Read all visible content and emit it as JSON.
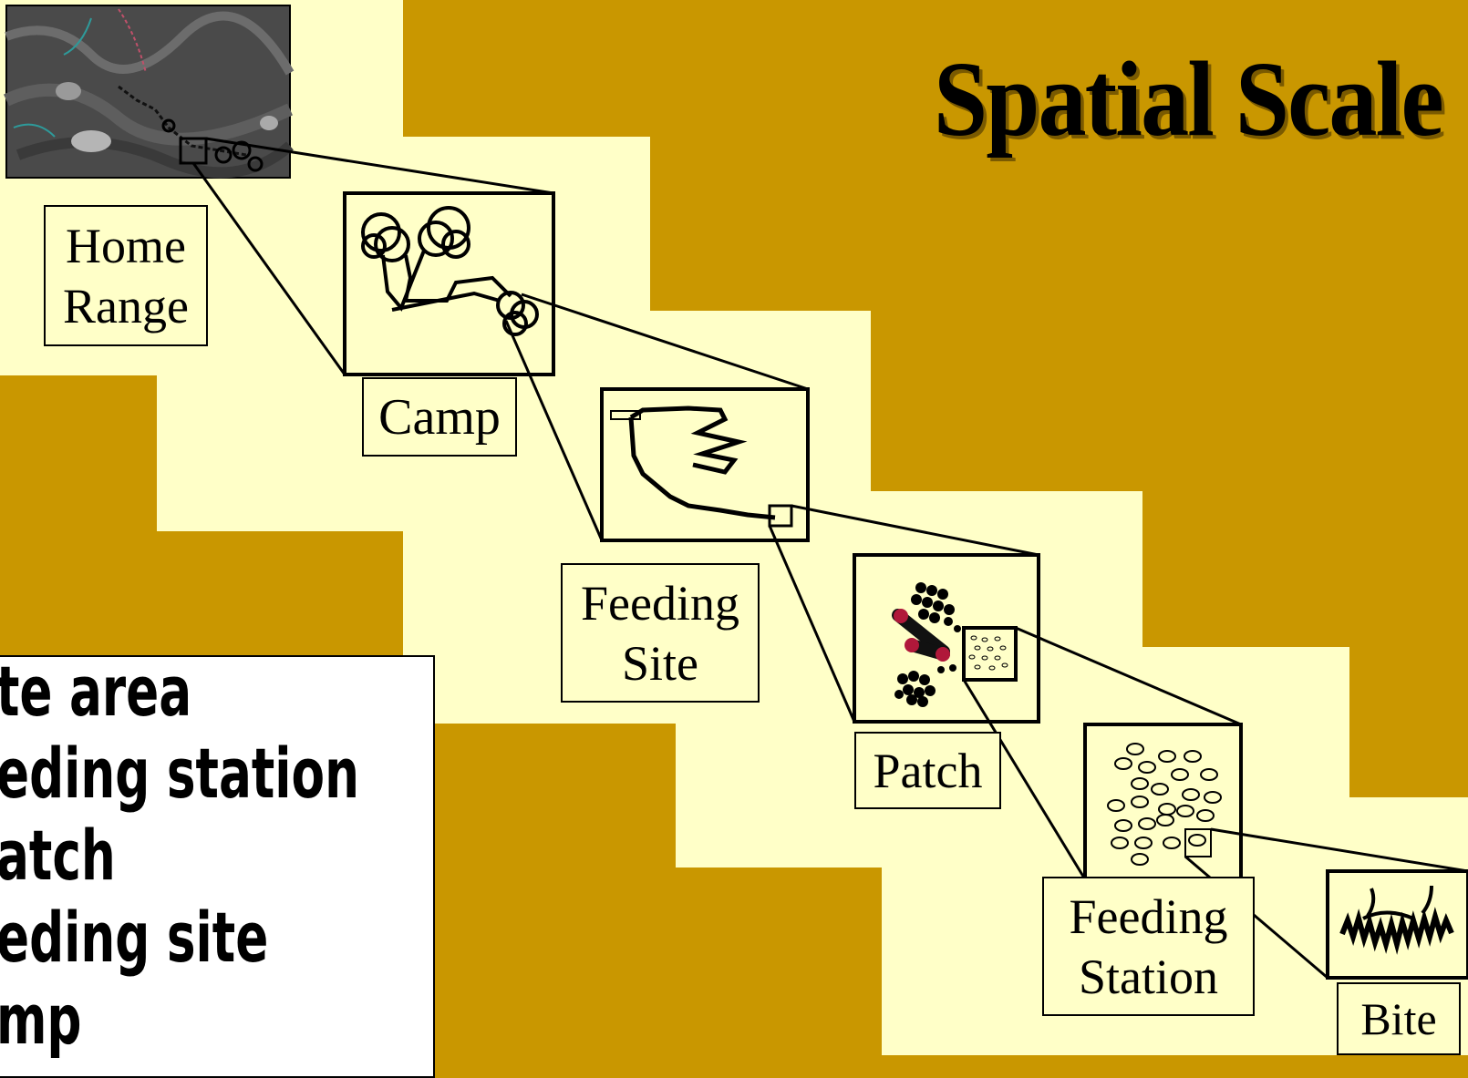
{
  "title": "Spatial Scale",
  "labels": {
    "home_range_line1": "Home",
    "home_range_line2": "Range",
    "camp": "Camp",
    "feeding_site_line1": "Feeding",
    "feeding_site_line2": "Site",
    "patch": "Patch",
    "feeding_station_line1": "Feeding",
    "feeding_station_line2": "Station",
    "bite": "Bite"
  },
  "list_items": [
    "te area",
    "eding station",
    "atch",
    "eding site",
    "mp"
  ],
  "colors": {
    "background_gold": "#c99700",
    "staircase_cream": "#ffffc8",
    "marker_red": "#b0183a"
  }
}
